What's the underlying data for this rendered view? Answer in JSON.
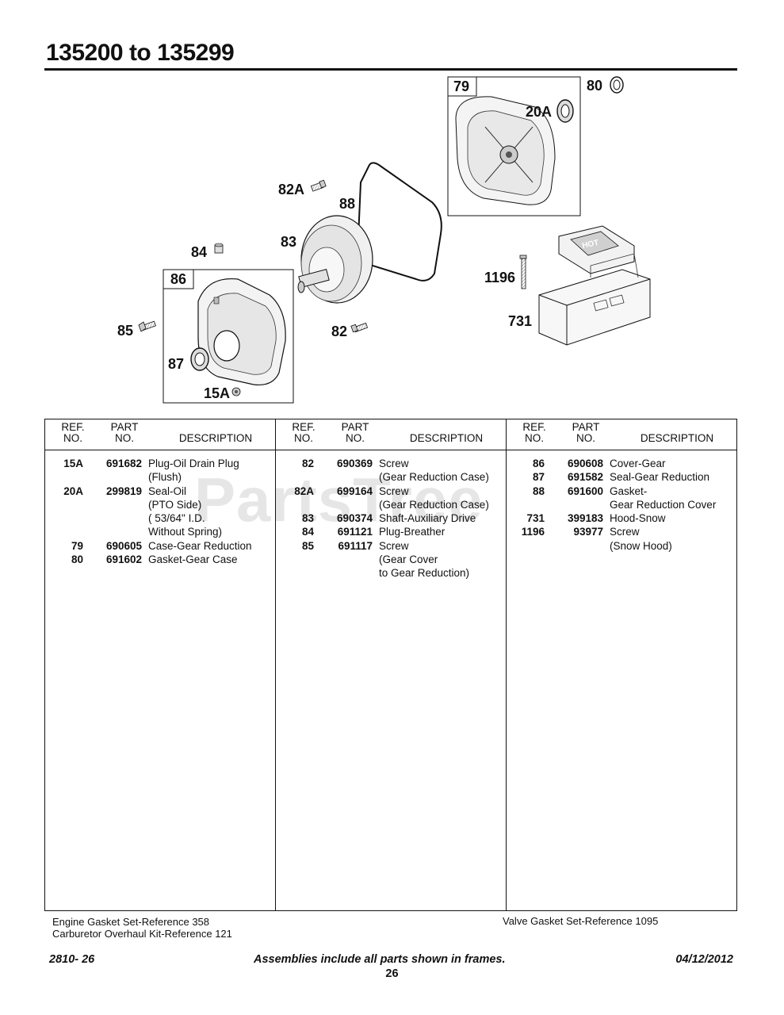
{
  "page": {
    "title": "135200 to 135299",
    "watermark": "PartsTree"
  },
  "diagram": {
    "callouts": {
      "c79": "79",
      "c80": "80",
      "c20a": "20A",
      "c82a": "82A",
      "c88": "88",
      "c83": "83",
      "c84": "84",
      "c86": "86",
      "c1196": "1196",
      "c85": "85",
      "c82": "82",
      "c731": "731",
      "c87": "87",
      "c15a": "15A"
    },
    "hood_text": "HOT"
  },
  "table": {
    "headers": {
      "ref_line1": "REF.",
      "ref_line2": "NO.",
      "part_line1": "PART",
      "part_line2": "NO.",
      "desc": "DESCRIPTION"
    },
    "columns": [
      [
        {
          "ref": "15A",
          "part": "691682",
          "desc": "Plug-Oil Drain Plug"
        },
        {
          "ref": "",
          "part": "",
          "desc": "(Flush)"
        },
        {
          "ref": "20A",
          "part": "299819",
          "desc": "Seal-Oil"
        },
        {
          "ref": "",
          "part": "",
          "desc": "(PTO Side)"
        },
        {
          "ref": "",
          "part": "",
          "desc": "( 53/64\" I.D."
        },
        {
          "ref": "",
          "part": "",
          "desc": "Without Spring)"
        },
        {
          "ref": "79",
          "part": "690605",
          "desc": "Case-Gear Reduction"
        },
        {
          "ref": "80",
          "part": "691602",
          "desc": "Gasket-Gear Case"
        }
      ],
      [
        {
          "ref": "82",
          "part": "690369",
          "desc": "Screw"
        },
        {
          "ref": "",
          "part": "",
          "desc": "(Gear Reduction Case)"
        },
        {
          "ref": "82A",
          "part": "699164",
          "desc": "Screw"
        },
        {
          "ref": "",
          "part": "",
          "desc": "(Gear Reduction Case)"
        },
        {
          "ref": "83",
          "part": "690374",
          "desc": "Shaft-Auxiliary Drive"
        },
        {
          "ref": "84",
          "part": "691121",
          "desc": "Plug-Breather"
        },
        {
          "ref": "85",
          "part": "691117",
          "desc": "Screw"
        },
        {
          "ref": "",
          "part": "",
          "desc": "(Gear Cover"
        },
        {
          "ref": "",
          "part": "",
          "desc": "to Gear Reduction)"
        }
      ],
      [
        {
          "ref": "86",
          "part": "690608",
          "desc": "Cover-Gear"
        },
        {
          "ref": "87",
          "part": "691582",
          "desc": "Seal-Gear Reduction"
        },
        {
          "ref": "88",
          "part": "691600",
          "desc": "Gasket-"
        },
        {
          "ref": "",
          "part": "",
          "desc": "Gear Reduction Cover"
        },
        {
          "ref": "731",
          "part": "399183",
          "desc": "Hood-Snow"
        },
        {
          "ref": "1196",
          "part": "93977",
          "desc": "Screw"
        },
        {
          "ref": "",
          "part": "",
          "desc": "(Snow Hood)"
        }
      ]
    ]
  },
  "notes": {
    "left_line1": "Engine Gasket Set-Reference 358",
    "left_line2": "Carburetor Overhaul Kit-Reference 121",
    "right": "Valve Gasket Set-Reference 1095"
  },
  "footer": {
    "code": "2810- 26",
    "note": "Assemblies include all parts shown in frames.",
    "date": "04/12/2012",
    "page_number": "26"
  }
}
